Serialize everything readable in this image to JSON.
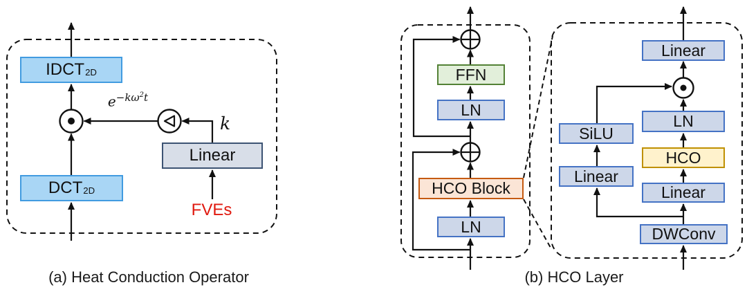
{
  "colors": {
    "light_blue_fill": "#A9D6F5",
    "light_blue_border": "#419BE0",
    "gray_blue_fill": "#D8DEE8",
    "gray_blue_border": "#3C5373",
    "blue_fill": "#CDD7E9",
    "blue_border": "#4472C4",
    "green_fill": "#E2EFDA",
    "green_border": "#538135",
    "orange_fill": "#FBE5D6",
    "orange_border": "#C55A11",
    "yellow_fill": "#FFF2CC",
    "yellow_border": "#BF9000",
    "red_text": "#E0190F",
    "line_color": "#111111"
  },
  "panel_a": {
    "caption": "(a) Heat Conduction Operator",
    "blocks": {
      "idct": {
        "label": "IDCT",
        "sub": "2D"
      },
      "dct": {
        "label": "DCT",
        "sub": "2D"
      },
      "linear": {
        "label": "Linear"
      }
    },
    "annotations": {
      "formula_base": "e",
      "formula_exp_prefix": "−kω",
      "formula_exp_power": "2",
      "formula_exp_suffix": "t",
      "k_label": "k",
      "fves_label": "FVEs"
    },
    "operators": {
      "hadamard": "circled-dot-operator",
      "triangle": "circled-left-triangle-operator"
    }
  },
  "panel_b": {
    "caption": "(b) HCO Layer",
    "encoder_column": {
      "ffn": "FFN",
      "ln_top": "LN",
      "hco_block": "HCO Block",
      "ln_bottom": "LN"
    },
    "hco_layer_column": {
      "linear_top": "Linear",
      "ln": "LN",
      "hco": "HCO",
      "linear_mid": "Linear",
      "dwconv": "DWConv",
      "silu": "SiLU",
      "linear_gate": "Linear"
    },
    "operators": {
      "add_top": "circled-plus-operator",
      "add_mid": "circled-plus-operator",
      "hadamard": "circled-dot-operator"
    }
  }
}
